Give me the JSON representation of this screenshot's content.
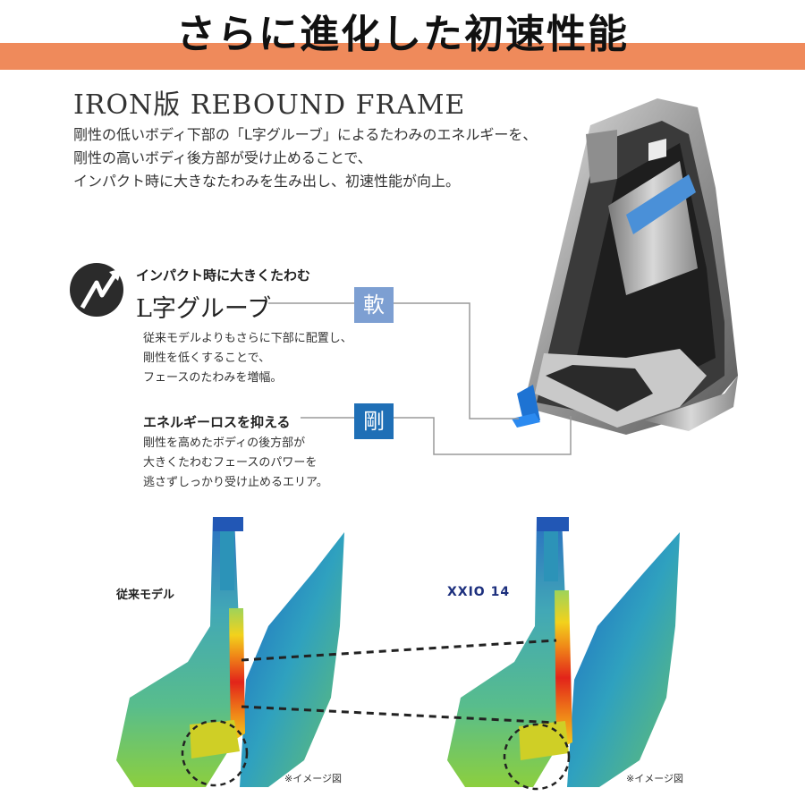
{
  "header": {
    "title": "さらに進化した初速性能",
    "band_color": "#ef8a5b"
  },
  "frame": {
    "title": "IRON版 REBOUND FRAME",
    "intro_lines": [
      "剛性の低いボディ下部の「L字グルーブ」によるたわみのエネルギーを、",
      "剛性の高いボディ後方部が受け止めることで、",
      "インパクト時に大きなたわみを生み出し、初速性能が向上。"
    ]
  },
  "l_groove": {
    "subtitle": "インパクト時に大きくたわむ",
    "name": "L字グルーブ",
    "desc_lines": [
      "従来モデルよりもさらに下部に配置し、",
      "剛性を低くすることで、",
      "フェースのたわみを増幅。"
    ],
    "badge": "軟",
    "badge_color": "#7d9fd2"
  },
  "energy": {
    "title": "エネルギーロスを抑える",
    "desc_lines": [
      "剛性を高めたボディの後方部が",
      "大きくたわむフェースのパワーを",
      "逃さずしっかり受け止めるエリア。"
    ],
    "badge": "剛",
    "badge_color": "#1f6fb6"
  },
  "comparison": {
    "old_label": "従来モデル",
    "new_label": "XXIO 14",
    "note_left": "※イメージ図",
    "note_right": "※イメージ図"
  }
}
